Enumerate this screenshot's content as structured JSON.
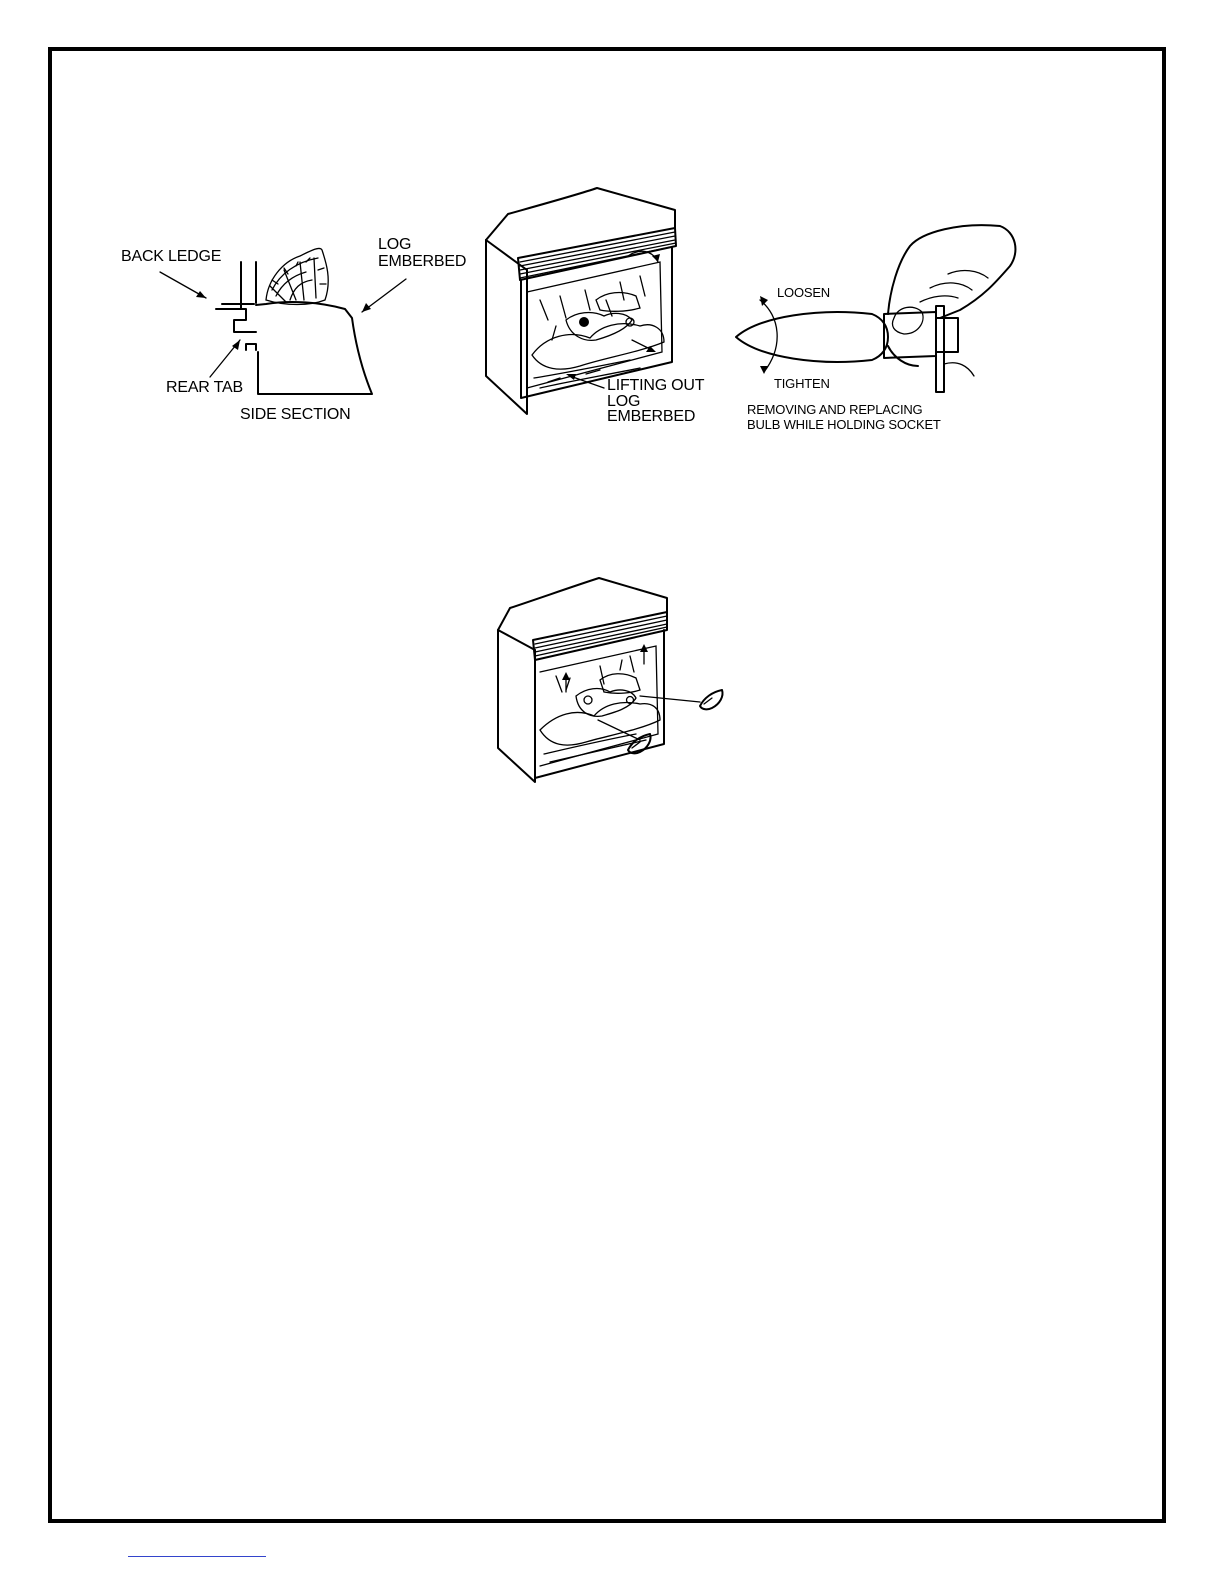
{
  "figure_side_section": {
    "back_ledge": "BACK LEDGE",
    "log_line1": "LOG",
    "log_line2": "EMBERBED",
    "rear_tab": "REAR TAB",
    "caption": "SIDE SECTION"
  },
  "figure_lifting_out": {
    "line1": "LIFTING OUT",
    "line2": "LOG",
    "line3": "EMBERBED"
  },
  "figure_bulb": {
    "loosen": "LOOSEN",
    "tighten": "TIGHTEN",
    "caption_line1": "REMOVING AND REPLACING",
    "caption_line2": "BULB WHILE HOLDING SOCKET"
  },
  "figure_bulb_positions": {}
}
